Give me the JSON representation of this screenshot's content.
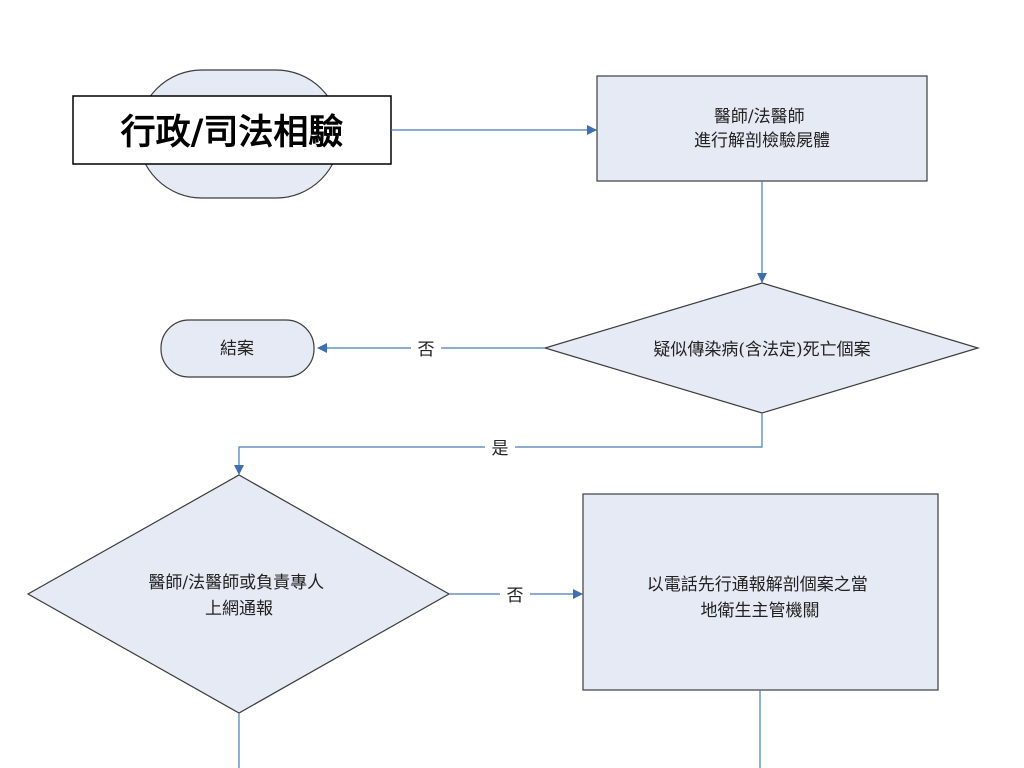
{
  "header": {
    "title": "行政/司法相驗"
  },
  "corner_mark": "",
  "nodes": {
    "autopsy": [
      "醫師/法醫師",
      "進行解剖檢驗屍體"
    ],
    "decision_infectious": [
      "疑似傳染病(含法定)死亡個案"
    ],
    "close_case": [
      "結案"
    ],
    "decision_report": [
      "醫師/法醫師或負責專人",
      "上網通報"
    ],
    "phone_report": [
      "以電話先行通報解剖個案之當",
      "地衛生主管機關"
    ]
  },
  "edges": {
    "no_to_close": "否",
    "yes_to_report": "是",
    "no_to_phone": "否"
  },
  "colors": {
    "node_fill": "#e6eaf4",
    "node_stroke": "#3c3c3c",
    "edge": "#4a7ab8",
    "arrowhead": "#3f6fb0"
  }
}
